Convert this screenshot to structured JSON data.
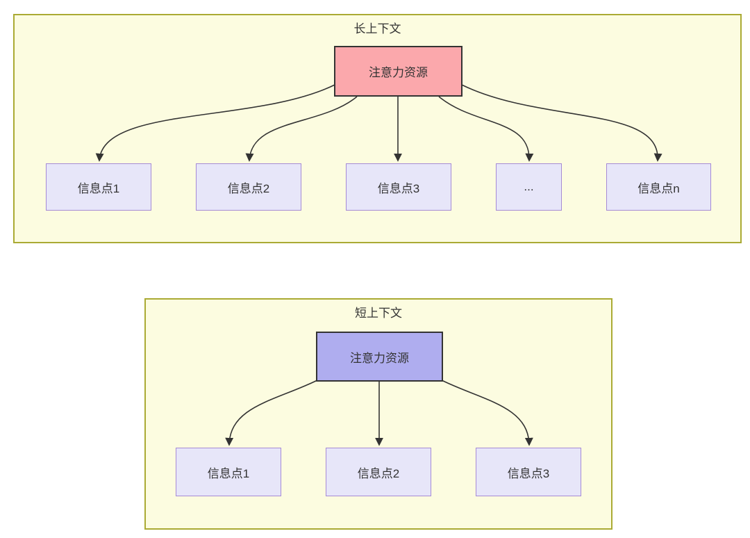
{
  "diagram": {
    "type": "flowchart-comparison",
    "panels": [
      {
        "id": "long-context",
        "title": "长上下文",
        "root": {
          "label": "注意力资源",
          "fill": "#FBA8AC"
        },
        "children": [
          {
            "label": "信息点1"
          },
          {
            "label": "信息点2"
          },
          {
            "label": "信息点3"
          },
          {
            "label": "..."
          },
          {
            "label": "信息点n"
          }
        ]
      },
      {
        "id": "short-context",
        "title": "短上下文",
        "root": {
          "label": "注意力资源",
          "fill": "#AFADEF"
        },
        "children": [
          {
            "label": "信息点1"
          },
          {
            "label": "信息点2"
          },
          {
            "label": "信息点3"
          }
        ]
      }
    ],
    "colors": {
      "panel_background": "#FCFCE0",
      "panel_border": "#AAAA33",
      "long_root_fill": "#FBA8AC",
      "short_root_fill": "#AFADEF",
      "root_border": "#333333",
      "child_fill": "#E7E6F9",
      "child_border": "#A58AD5",
      "arrow": "#333333",
      "text": "#333333"
    }
  }
}
